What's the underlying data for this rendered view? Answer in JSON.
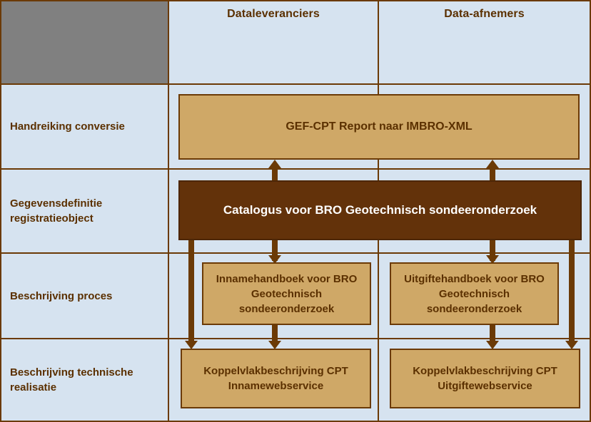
{
  "diagram": {
    "title_cell": "",
    "columns": [
      {
        "label": "Dataleveranciers"
      },
      {
        "label": "Data-afnemers"
      }
    ],
    "rows": [
      {
        "label": "Handreiking conversie"
      },
      {
        "label": "Gegevensdefinitie registratieobject"
      },
      {
        "label": "Beschrijving proces"
      },
      {
        "label": "Beschrijving technische realisatie"
      }
    ],
    "boxes": {
      "conversion": "GEF-CPT Report naar IMBRO-XML",
      "catalogus": "Catalogus voor BRO Geotechnisch sondeeronderzoek",
      "innamehandboek": "Innamehandboek voor BRO Geotechnisch sondeeronderzoek",
      "uitgiftehandboek": "Uitgiftehandboek voor BRO Geotechnisch sondeeronderzoek",
      "koppelvlak_inname": "Koppelvlakbeschrijving CPT Innamewebservice",
      "koppelvlak_uitgifte": "Koppelvlakbeschrijving CPT Uitgiftewebservice"
    },
    "colors": {
      "background": "#d6e3f0",
      "grid_line": "#6b3a06",
      "header_cell": "#808080",
      "box_fill": "#cfa867",
      "box_border": "#6b3a06",
      "dark_box_fill": "#63320a",
      "text_brown": "#5b3000",
      "text_white": "#ffffff"
    }
  }
}
